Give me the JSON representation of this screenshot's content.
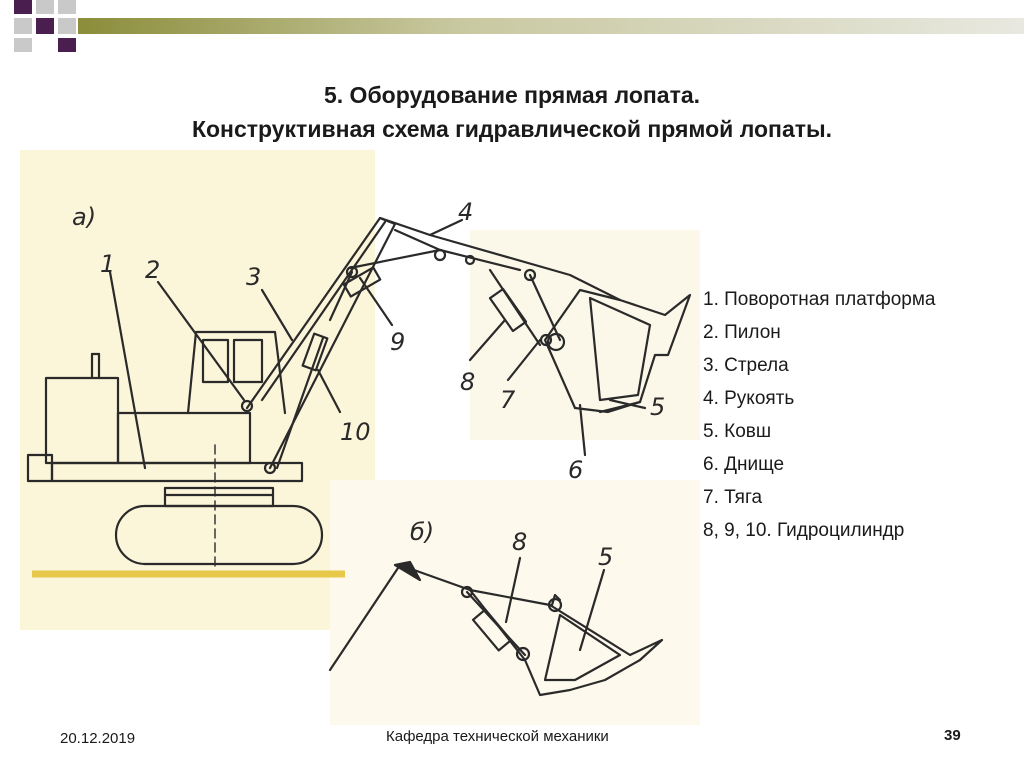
{
  "slide": {
    "title_line1": "5. Оборудование прямая лопата.",
    "title_line2": "Конструктивная схема гидравлической прямой лопаты."
  },
  "figure": {
    "panel_a": "а)",
    "panel_b": "б)",
    "callouts": [
      "1",
      "2",
      "3",
      "4",
      "5",
      "6",
      "7",
      "8",
      "9",
      "10"
    ],
    "callouts_b": [
      "8",
      "5"
    ]
  },
  "legend": [
    "1. Поворотная платформа",
    "2. Пилон",
    "3. Стрела",
    "4. Рукоять",
    "5. Ковш",
    "6. Днище",
    "7. Тяга",
    "8, 9, 10. Гидроцилиндр"
  ],
  "footer": {
    "date": "20.12.2019",
    "department": "Кафедра технической механики",
    "page": "39"
  },
  "colors": {
    "accent_purple": "#4a1f4f",
    "accent_olive": "#8b8d3a",
    "ground": "#e8c84a",
    "paper": "#fbf5d9"
  }
}
